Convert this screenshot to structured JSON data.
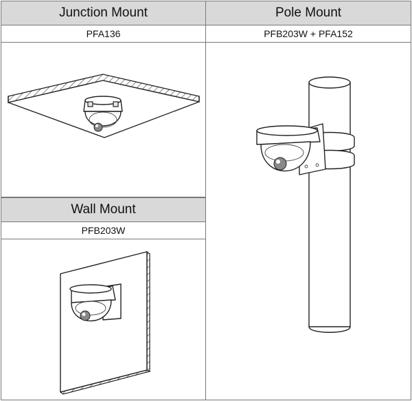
{
  "mounts": {
    "junction": {
      "title": "Junction Mount",
      "model": "PFA136"
    },
    "pole": {
      "title": "Pole Mount",
      "model": "PFB203W + PFA152"
    },
    "wall": {
      "title": "Wall Mount",
      "model": "PFB203W"
    }
  }
}
